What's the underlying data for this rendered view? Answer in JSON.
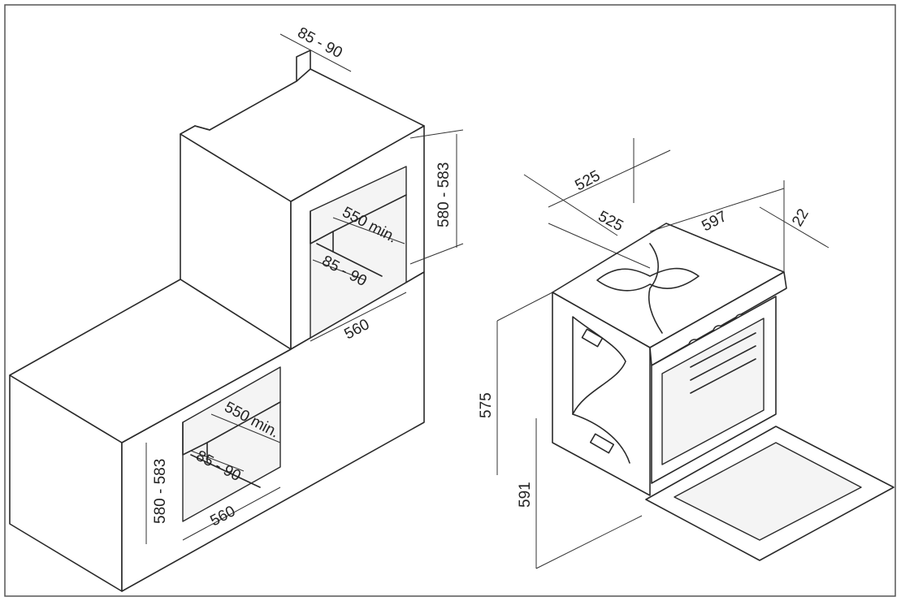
{
  "dimensions": {
    "niche_top": "85 - 90",
    "upper_height": "580 - 583",
    "upper_depth": "550 min.",
    "upper_inner": "85 - 90",
    "upper_width": "560",
    "lower_depth": "550 min.",
    "lower_inner": "85 - 90",
    "lower_height": "580 - 583",
    "lower_width": "560",
    "oven_depth_outer": "525",
    "oven_depth_inner": "525",
    "oven_width": "597",
    "oven_panel": "22",
    "oven_body_height": "575",
    "oven_total_height": "591"
  }
}
